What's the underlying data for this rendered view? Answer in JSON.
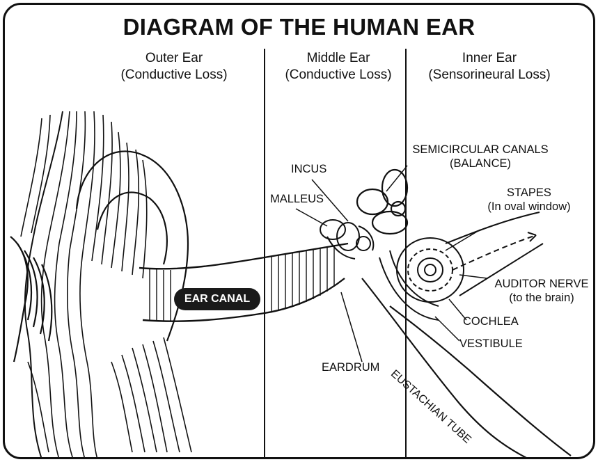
{
  "title": "DIAGRAM OF THE HUMAN EAR",
  "columns": {
    "outer": {
      "line1": "Outer Ear",
      "line2": "(Conductive Loss)"
    },
    "middle": {
      "line1": "Middle Ear",
      "line2": "(Conductive Loss)"
    },
    "inner": {
      "line1": "Inner Ear",
      "line2": "(Sensorineural Loss)"
    }
  },
  "labels": {
    "semicircular_1": "SEMICIRCULAR CANALS",
    "semicircular_2": "(BALANCE)",
    "incus": "INCUS",
    "malleus": "MALLEUS",
    "stapes_1": "STAPES",
    "stapes_2": "(In oval window)",
    "ear_canal": "EAR CANAL",
    "auditor_1": "AUDITOR NERVE",
    "auditor_2": "(to the brain)",
    "cochlea": "COCHLEA",
    "vestibule": "VESTIBULE",
    "eardrum": "EARDRUM",
    "eustachian": "EUSTACHIAN TUBE"
  },
  "colors": {
    "ink": "#111111",
    "paper": "#ffffff"
  }
}
